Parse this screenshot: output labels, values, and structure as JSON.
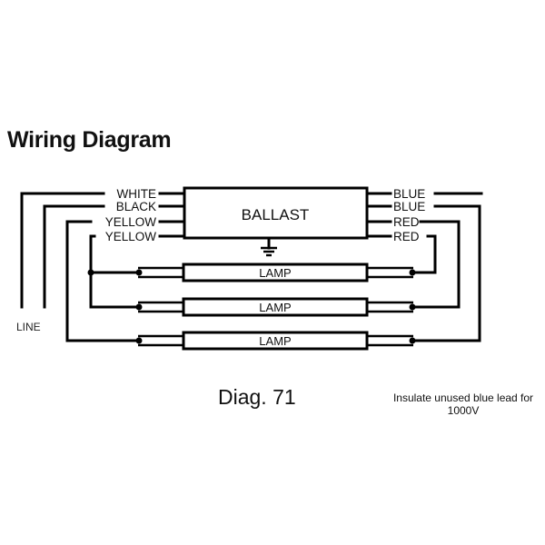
{
  "title": "Wiring Diagram",
  "ballast": {
    "label": "BALLAST"
  },
  "left_leads": [
    "WHITE",
    "BLACK",
    "YELLOW",
    "YELLOW"
  ],
  "right_leads": [
    "BLUE",
    "BLUE",
    "RED",
    "RED"
  ],
  "lamps": [
    "LAMP",
    "LAMP",
    "LAMP"
  ],
  "line_label": "LINE",
  "diagram_number": "Diag. 71",
  "note": "Insulate unused blue lead for 1000V",
  "icons": {
    "ground": "ground-symbol-icon"
  },
  "colors": {
    "ink": "#000000",
    "background": "#ffffff"
  }
}
